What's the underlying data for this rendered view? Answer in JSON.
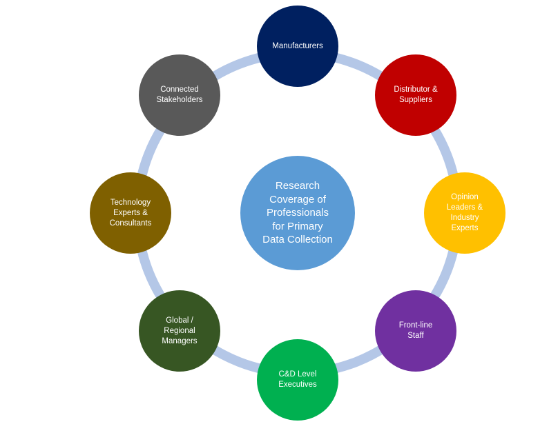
{
  "diagram": {
    "center": {
      "label": "Research\nCoverage of\nProfessionals\nfor Primary\nData Collection",
      "color": "#5b9bd5"
    },
    "ring_color": "#b4c7e7",
    "nodes": [
      {
        "label": "Manufacturers",
        "color": "#002060"
      },
      {
        "label": "Distributor &\nSuppliers",
        "color": "#c00000"
      },
      {
        "label": "Opinion\nLeaders &\nIndustry\nExperts",
        "color": "#ffc000"
      },
      {
        "label": "Front-line\nStaff",
        "color": "#7030a0"
      },
      {
        "label": "C&D Level\nExecutives",
        "color": "#00b050"
      },
      {
        "label": "Global /\nRegional\nManagers",
        "color": "#375623"
      },
      {
        "label": "Technology\nExperts &\nConsultants",
        "color": "#7f6000"
      },
      {
        "label": "Connected\nStakeholders",
        "color": "#595959"
      }
    ]
  }
}
